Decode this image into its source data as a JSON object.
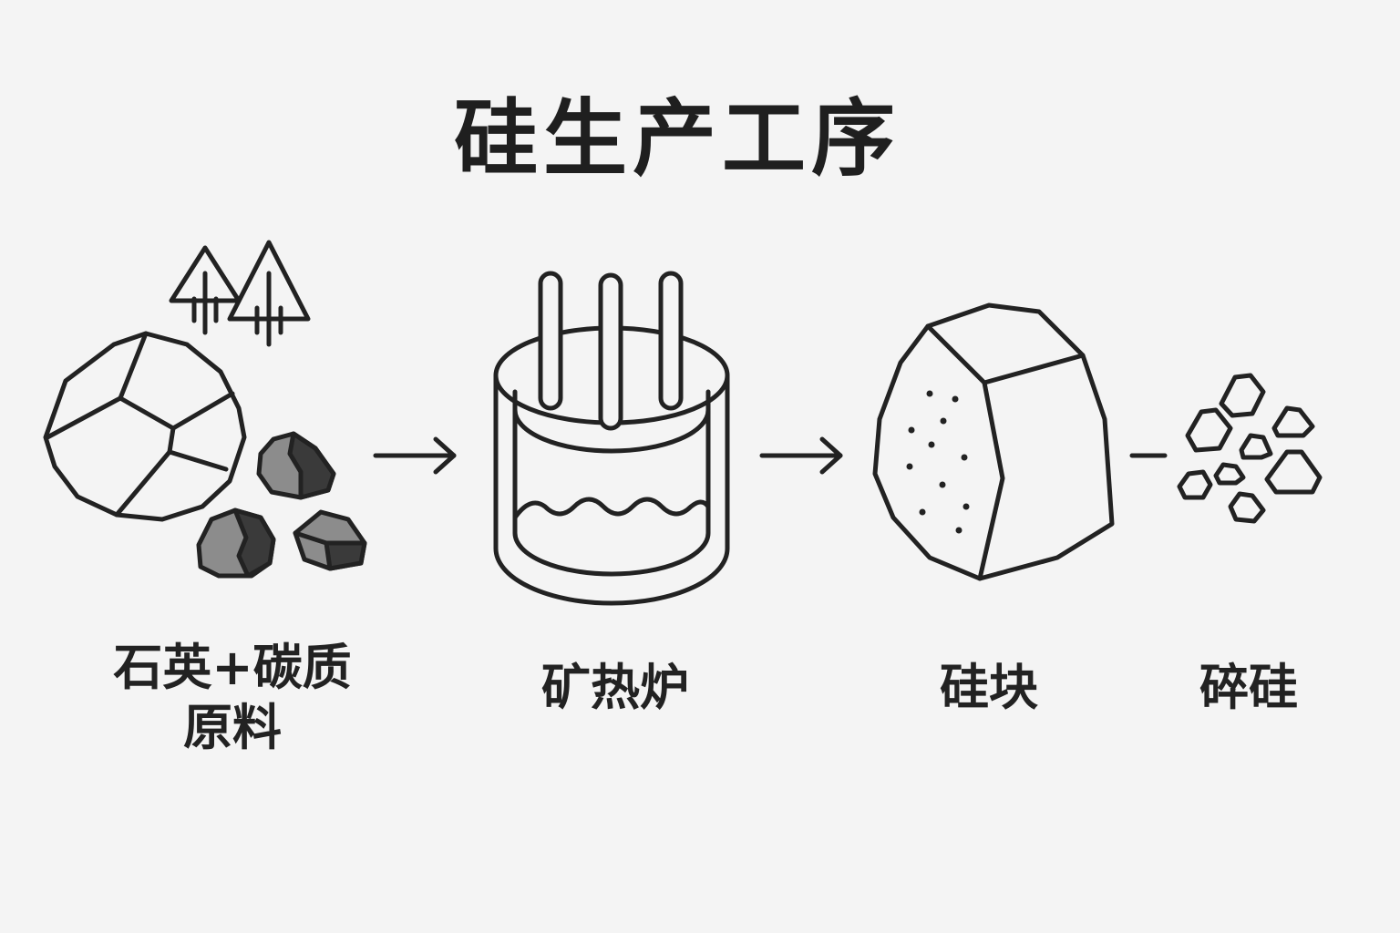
{
  "title": "硅生产工序",
  "colors": {
    "background": "#f4f4f4",
    "line": "#222222",
    "carbon_fill": "#8c8c8c",
    "carbon_dark": "#3a3a3a"
  },
  "steps": [
    {
      "label_line1": "石英+碳质",
      "label_line2": "原料",
      "icons": [
        "quartz-rock-icon",
        "tree-icon",
        "carbon-chunk-icon"
      ]
    },
    {
      "label": "矿热炉",
      "icons": [
        "furnace-icon",
        "electrode-icon"
      ]
    },
    {
      "label": "硅块",
      "icons": [
        "silicon-block-icon"
      ]
    },
    {
      "label": "碎硅",
      "icons": [
        "silicon-fragments-icon"
      ]
    }
  ],
  "connectors": [
    "arrow",
    "arrow",
    "line"
  ]
}
